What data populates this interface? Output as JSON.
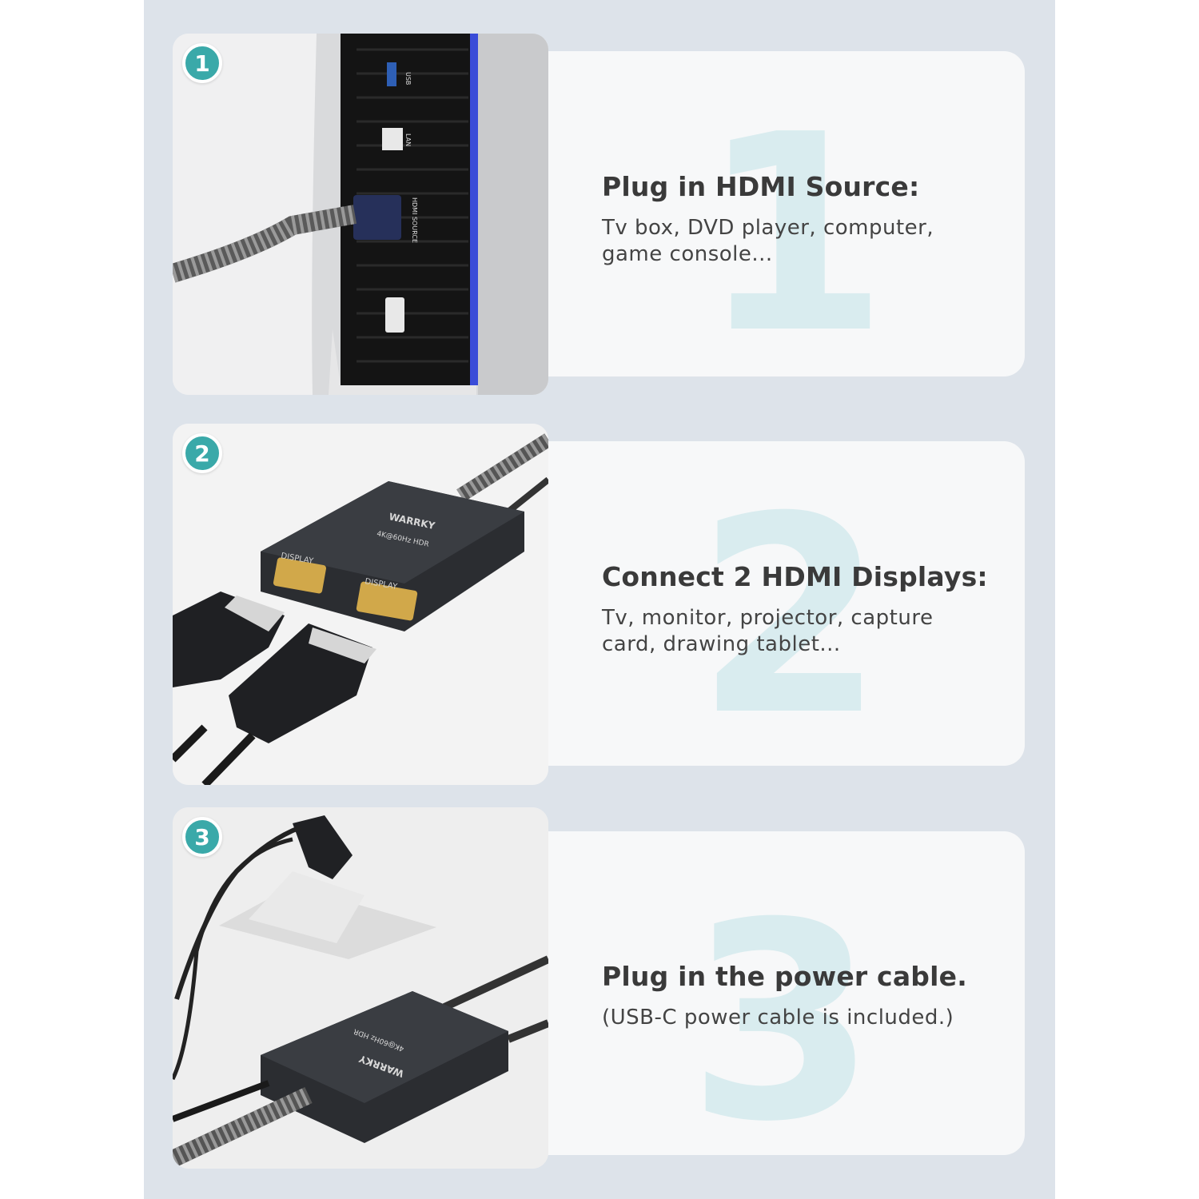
{
  "steps": [
    {
      "number": "1",
      "title": "Plug in HDMI Source:",
      "description": "Tv box, DVD player, computer, game console...",
      "photo_labels": [
        "USB",
        "LAN",
        "HDMI SOURCE"
      ]
    },
    {
      "number": "2",
      "title": "Connect 2 HDMI Displays:",
      "description": "Tv, monitor, projector, capture card, drawing tablet...",
      "photo_labels": [
        "WARRKY",
        "4K@60Hz HDR",
        "DISPLAY",
        "DISPLAY"
      ]
    },
    {
      "number": "3",
      "title": "Plug in the power cable.",
      "description": "(USB-C power cable is included.)",
      "photo_labels": [
        "WARRKY",
        "4K@60Hz HDR"
      ]
    }
  ],
  "colors": {
    "background_panel": "#dde3ea",
    "card": "#f7f8f9",
    "badge": "#3aa9a9",
    "watermark_number": "#d9ecef",
    "title_text": "#3a3a3a"
  }
}
